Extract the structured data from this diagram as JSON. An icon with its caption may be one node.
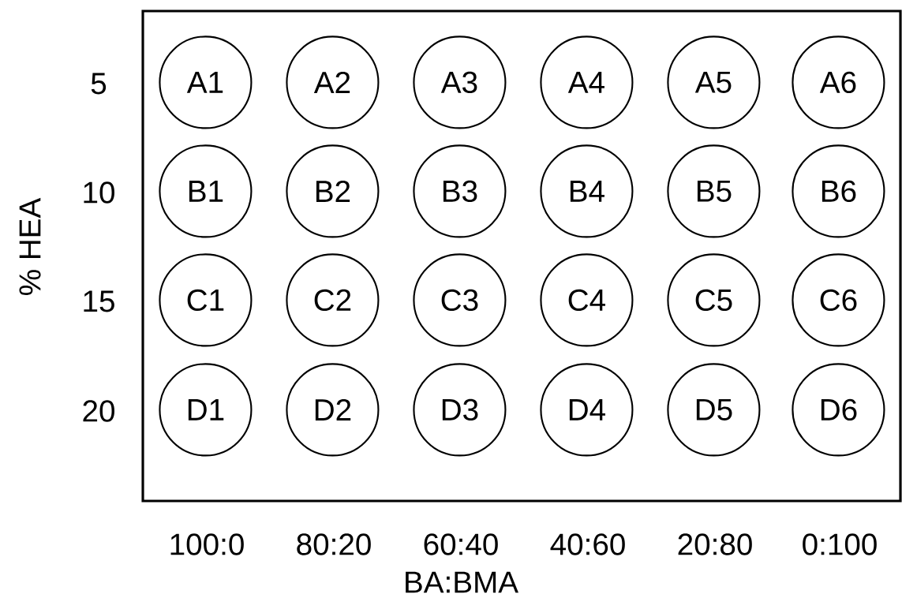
{
  "diagram": {
    "nodes": [
      {
        "text": [],
        "shape": "box"
      },
      {
        "text": [
          "A1"
        ],
        "in": 0
      },
      {
        "text": [
          "A2"
        ],
        "in": 0
      },
      {
        "text": [
          "A3"
        ],
        "in": 0
      },
      {
        "text": [
          "A4"
        ],
        "in": 0
      },
      {
        "text": [
          "A5"
        ],
        "in": 0
      },
      {
        "text": [
          "A6"
        ],
        "in": 0
      },
      {
        "text": [
          "B1"
        ],
        "in": 0
      },
      {
        "text": [
          "B2"
        ],
        "in": 0
      },
      {
        "text": [
          "B3"
        ],
        "in": 0
      },
      {
        "text": [
          "B4"
        ],
        "in": 0
      },
      {
        "text": [
          "B5"
        ],
        "in": 0
      },
      {
        "text": [
          "B6"
        ],
        "in": 0
      },
      {
        "text": [
          "C1"
        ],
        "in": 0
      },
      {
        "text": [
          "C2"
        ],
        "in": 0
      },
      {
        "text": [
          "C3"
        ],
        "in": 0
      },
      {
        "text": [
          "C4"
        ],
        "in": 0
      },
      {
        "text": [
          "C5"
        ],
        "in": 0
      },
      {
        "text": [
          "C6"
        ],
        "in": 0
      },
      {
        "text": [
          "D1"
        ],
        "in": 0
      },
      {
        "text": [
          "D2"
        ],
        "in": 0
      },
      {
        "text": [
          "D3"
        ],
        "in": 0
      },
      {
        "text": [
          "D4"
        ],
        "in": 0
      },
      {
        "text": [
          "D5"
        ],
        "in": 0
      },
      {
        "text": [
          "D6"
        ],
        "in": 0
      }
    ],
    "labels": [
      "5",
      "10",
      "% HEA",
      "15",
      "20",
      "100:0",
      "80:20",
      "60:40",
      "40:60",
      "20:80",
      "0:100",
      "BA:BMA"
    ]
  }
}
